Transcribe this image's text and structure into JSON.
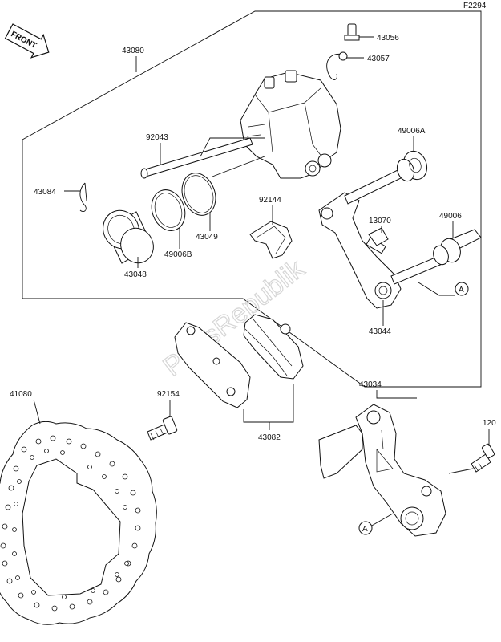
{
  "figure_code": "F2294",
  "front_label": "FRONT",
  "watermark": "PartsRepublik",
  "callout_letter": "A",
  "part_numbers": {
    "p43080": "43080",
    "p43056": "43056",
    "p43057": "43057",
    "p92043": "92043",
    "p43084": "43084",
    "p49006A": "49006A",
    "p92144": "92144",
    "p13070": "13070",
    "p49006": "49006",
    "p43049": "43049",
    "p49006B": "49006B",
    "p43048": "43048",
    "p43044": "43044",
    "p41080": "41080",
    "p92154": "92154",
    "p43034": "43034",
    "p43082": "43082",
    "p120": "120"
  }
}
